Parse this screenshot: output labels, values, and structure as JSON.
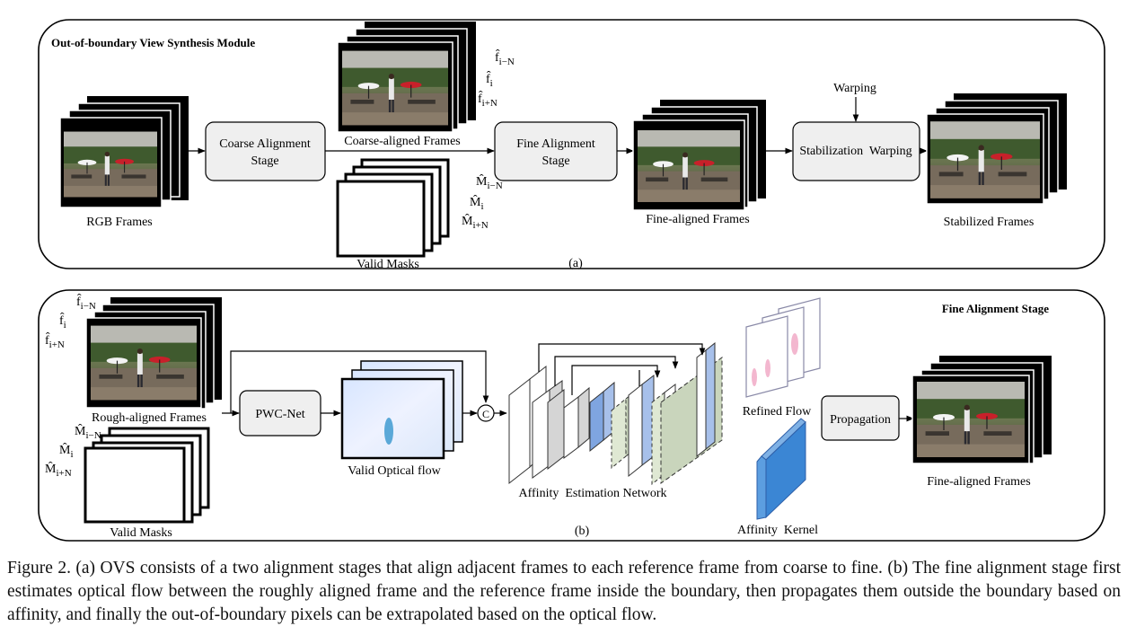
{
  "panel_a": {
    "title": "Out-of-boundary View Synthesis Module",
    "label": "(a)",
    "inputs_label": "RGB Frames",
    "coarse_stage": [
      "Coarse Alignment",
      "Stage"
    ],
    "coarse_frames_label": "Coarse-aligned Frames",
    "valid_masks_label": "Valid Masks",
    "fine_stage": [
      "Fine Alignment",
      "Stage"
    ],
    "fine_frames_label": "Fine-aligned Frames",
    "warping_label": "Warping",
    "stabilization_label": "Stabilization  Warping",
    "stabilized_label": "Stabilized Frames",
    "frame_symbols": [
      {
        "base": "f̂",
        "sub": "i−N"
      },
      {
        "base": "f̂",
        "sub": "i"
      },
      {
        "base": "f̂",
        "sub": "i+N"
      }
    ],
    "mask_symbols": [
      {
        "base": "M̂",
        "sub": "i−N"
      },
      {
        "base": "M̂",
        "sub": "i"
      },
      {
        "base": "M̂",
        "sub": "i+N"
      }
    ]
  },
  "panel_b": {
    "title": "Fine Alignment Stage",
    "label": "(b)",
    "rough_frames_label": "Rough-aligned Frames",
    "valid_masks_label": "Valid Masks",
    "pwc_label": "PWC-Net",
    "optical_flow_label": "Valid Optical flow",
    "concat_symbol": "C",
    "network_label": "Affinity  Estimation Network",
    "refined_flow_label": "Refined Flow",
    "affinity_kernel_label": "Affinity  Kernel",
    "propagation_label": "Propagation",
    "fine_frames_label": "Fine-aligned Frames",
    "frame_symbols": [
      {
        "base": "f̂",
        "sub": "i−N"
      },
      {
        "base": "f̂",
        "sub": "i"
      },
      {
        "base": "f̂",
        "sub": "i+N"
      }
    ],
    "mask_symbols": [
      {
        "base": "M̂",
        "sub": "i−N"
      },
      {
        "base": "M̂",
        "sub": "i"
      },
      {
        "base": "M̂",
        "sub": "i+N"
      }
    ]
  },
  "caption": "Figure 2. (a) OVS consists of a two alignment stages that align adjacent frames to each reference frame from coarse to fine. (b) The fine alignment stage first estimates optical flow between the roughly aligned frame and the reference frame inside the boundary, then propagates them outside the boundary based on affinity, and finally the out-of-boundary pixels can be extrapolated based on the optical flow."
}
